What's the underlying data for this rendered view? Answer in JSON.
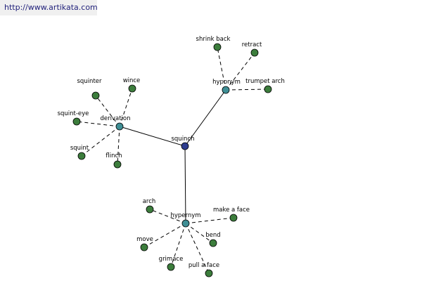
{
  "watermark": {
    "text": "http://www.artikata.com"
  },
  "colors": {
    "root": "#2e3d8f",
    "relation": "#3f8f95",
    "leaf": "#3c7d3c",
    "background": "#ffffff"
  },
  "graph": {
    "root": {
      "id": "squinch",
      "label": "squinch"
    },
    "relations": [
      {
        "id": "derivation",
        "label": "derivation",
        "words": [
          "squinter",
          "wince",
          "squint-eye",
          "squint",
          "flinch"
        ]
      },
      {
        "id": "hyponym",
        "label": "hyponym",
        "words": [
          "shrink back",
          "retract",
          "trumpet arch"
        ]
      },
      {
        "id": "hypernym",
        "label": "hypernym",
        "words": [
          "arch",
          "make a face",
          "move",
          "bend",
          "grimace",
          "pull a face"
        ]
      }
    ]
  }
}
